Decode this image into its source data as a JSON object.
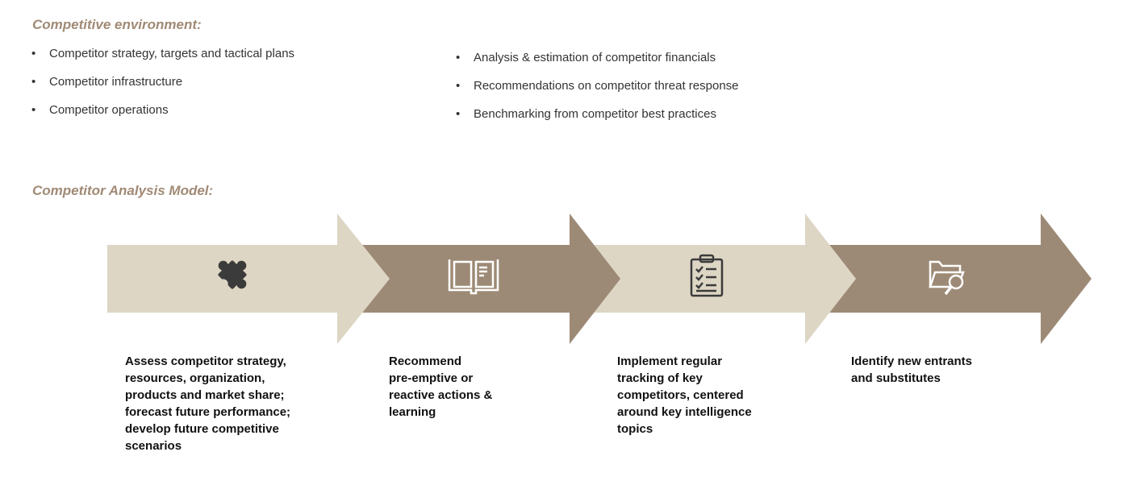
{
  "competitive_environment": {
    "title": "Competitive environment:",
    "left_items": [
      "Competitor strategy, targets and tactical plans",
      "Competitor infrastructure",
      "Competitor operations"
    ],
    "right_items": [
      "Analysis & estimation of competitor financials",
      "Recommendations on competitor threat response",
      "Benchmarking from competitor best practices"
    ]
  },
  "model": {
    "title": "Competitor Analysis Model:",
    "steps": [
      {
        "icon": "puzzle-piece-icon",
        "lines": [
          "Assess competitor strategy,",
          "resources, organization,",
          "products and market share;",
          "forecast future performance;",
          "develop future competitive",
          "scenarios"
        ]
      },
      {
        "icon": "open-book-icon",
        "lines": [
          "Recommend",
          "pre-emptive or",
          "reactive actions &",
          "learning"
        ]
      },
      {
        "icon": "clipboard-checklist-icon",
        "lines": [
          "Implement regular",
          "tracking of key",
          "competitors, centered",
          "around key intelligence",
          "topics"
        ]
      },
      {
        "icon": "folder-search-icon",
        "lines": [
          "Identify new entrants",
          "and substitutes"
        ]
      }
    ]
  },
  "colors": {
    "heading": "#a08a75",
    "arrow_light": "#ddd6c4",
    "arrow_dark": "#9d8a76",
    "icon_dark": "#3b3b3b",
    "icon_light": "#ffffff"
  }
}
